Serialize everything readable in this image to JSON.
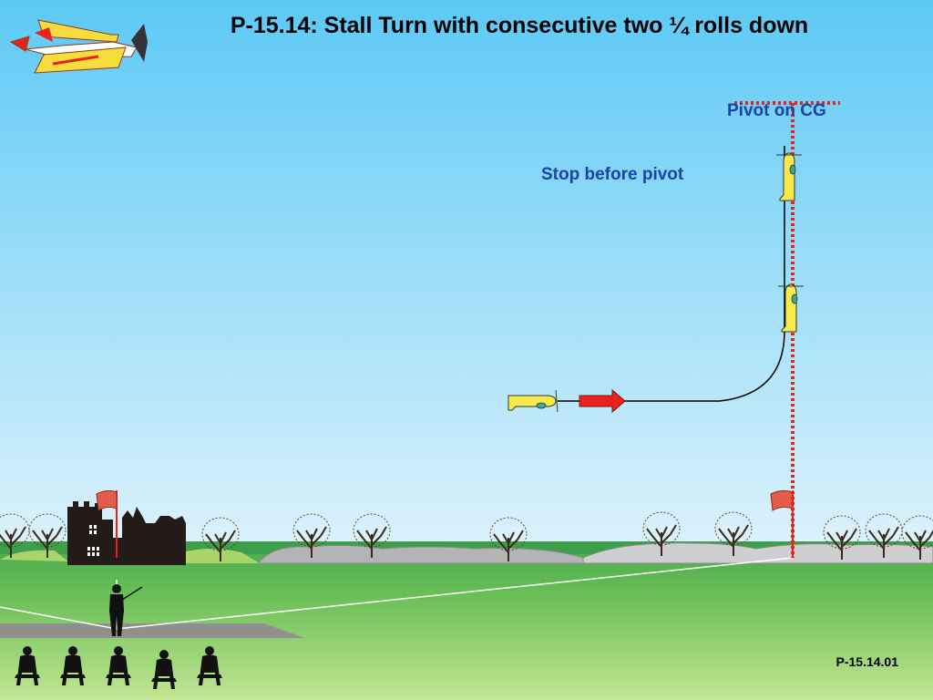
{
  "title": "P-15.14: Stall Turn with consecutive two ¼ rolls down",
  "labels": {
    "pivot": "Pivot on CG",
    "stop": "Stop before pivot"
  },
  "figure_code": "P-15.14.01",
  "colors": {
    "sky_top": "#5cc9f5",
    "sky_bottom": "#d9f1fa",
    "grass_far": "#3e9f4a",
    "grass_near": "#b7e07e",
    "label_text": "#1b43a8",
    "pivot_line": "#e8231c",
    "aircraft_fill": "#f7ea4a",
    "arrow_fill": "#e8231c"
  },
  "icons": {
    "logo": "aerobatic-plane-icon",
    "flag": "flag-icon",
    "pilot": "pilot-silhouette-icon",
    "judge": "judge-silhouette-icon",
    "tree": "tree-icon",
    "building": "ruin-building-icon"
  }
}
